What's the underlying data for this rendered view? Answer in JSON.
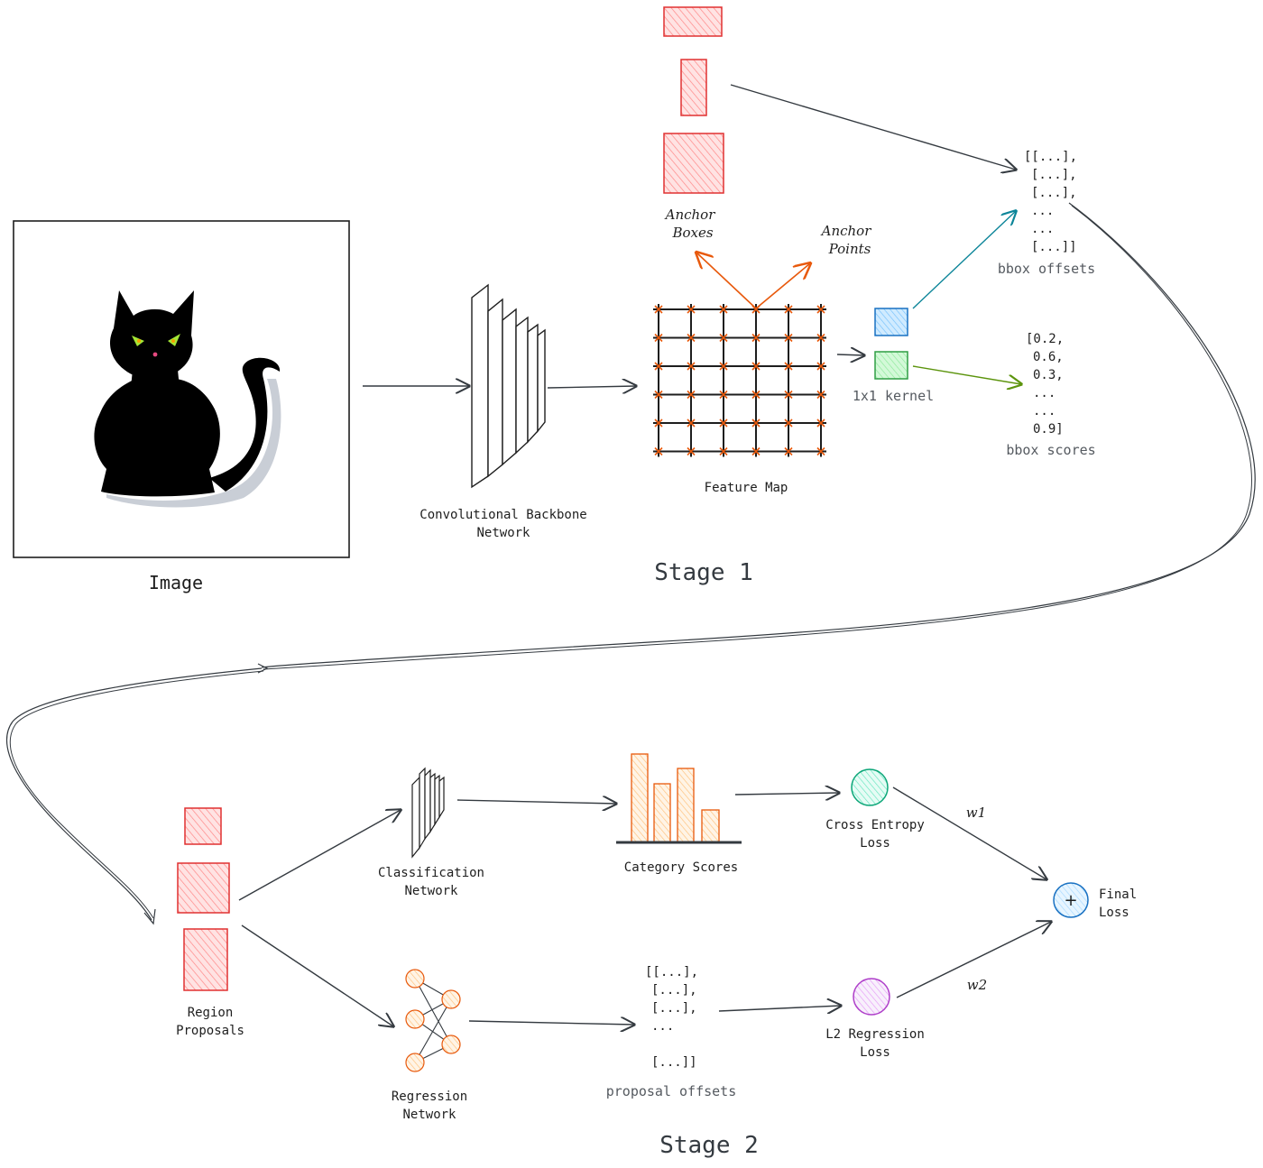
{
  "colors": {
    "anchor_red": "#e03131",
    "anchor_fill": "#ffc9c9",
    "point_orange": "#e8590c",
    "blue_box": "#a5d8ff",
    "blue_stroke": "#1971c2",
    "green_box": "#b2f2bb",
    "green_stroke": "#2f9e44",
    "teal_arrow": "#0c8599",
    "green_arrow": "#5c940d",
    "bar_fill": "#ffd8a8",
    "bar_stroke": "#e8590c",
    "ce_fill": "#96f2d7",
    "l2_fill": "#eebefa",
    "final_fill": "#a5d8ff"
  },
  "stage1": {
    "image_label": "Image",
    "backbone_label_1": "Convolutional Backbone",
    "backbone_label_2": "Network",
    "feature_map_label": "Feature Map",
    "anchor_boxes_label_1": "Anchor",
    "anchor_boxes_label_2": "Boxes",
    "anchor_points_label_1": "Anchor",
    "anchor_points_label_2": "Points",
    "kernel_label": "1x1 kernel",
    "bbox_offsets_lines": [
      "[[...],",
      "[...],",
      "[...],",
      "...",
      "...",
      "[...]]"
    ],
    "bbox_offsets_label": "bbox offsets",
    "bbox_scores_lines": [
      "[0.2,",
      "0.6,",
      "0.3,",
      "...",
      "...",
      "0.9]"
    ],
    "bbox_scores_label": "bbox scores",
    "stage_label": "Stage 1"
  },
  "stage2": {
    "region_label_1": "Region",
    "region_label_2": "Proposals",
    "classification_label_1": "Classification",
    "classification_label_2": "Network",
    "regression_label_1": "Regression",
    "regression_label_2": "Network",
    "category_scores_label": "Category Scores",
    "proposal_offsets_lines": [
      "[[...],",
      "[...],",
      "[...],",
      "...",
      "[...]]"
    ],
    "proposal_offsets_label": "proposal offsets",
    "ce_label_1": "Cross Entropy",
    "ce_label_2": "Loss",
    "l2_label_1": "L2 Regression",
    "l2_label_2": "Loss",
    "w1": "w1",
    "w2": "w2",
    "final_label_1": "Final",
    "final_label_2": "Loss",
    "plus_symbol": "+",
    "stage_label": "Stage 2"
  }
}
